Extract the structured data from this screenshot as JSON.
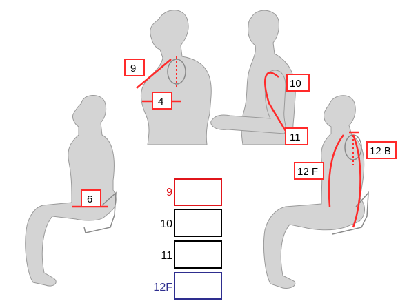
{
  "figure_labels": {
    "chest_diagonal": "9",
    "chest_width": "4",
    "arm_upper": "10",
    "arm_forearm": "11",
    "waist_seated": "6",
    "back_length": "12 B",
    "front_length": "12 F"
  },
  "input_rows": [
    {
      "label": "9",
      "value": "",
      "color": "#e0151b"
    },
    {
      "label": "10",
      "value": "",
      "color": "#000000"
    },
    {
      "label": "11",
      "value": "",
      "color": "#000000"
    },
    {
      "label": "12F",
      "value": "",
      "color": "#2e2e8f"
    }
  ],
  "colors": {
    "body": "#d4d4d4",
    "outline": "#9a9a9a",
    "measure": "#ff2a2a"
  }
}
